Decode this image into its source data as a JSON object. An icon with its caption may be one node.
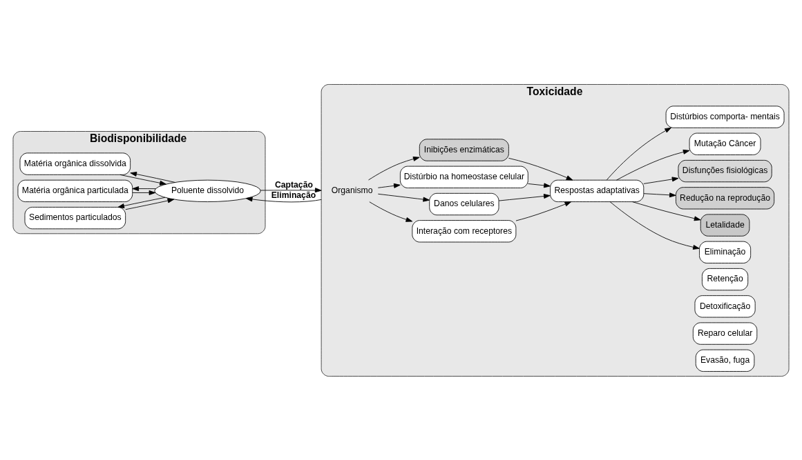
{
  "diagram": {
    "nodes": [
      {
        "text": [
          "Biodisponibilidade"
        ]
      },
      {
        "text": [
          "Matéria orgânica dissolvida"
        ],
        "in": 0
      },
      {
        "text": [
          "Matéria orgânica particulada"
        ],
        "in": 0
      },
      {
        "text": [
          "Sedimentos particulados"
        ],
        "in": 0
      },
      {
        "text": [
          "Poluente dissolvido"
        ],
        "in": 0
      },
      {
        "text": [
          "Toxicidade"
        ]
      },
      {
        "text": [
          "Organismo"
        ],
        "in": 5
      },
      {
        "text": [
          "Interação com receptores"
        ],
        "in": 5
      },
      {
        "text": [
          "Danos celulares"
        ],
        "in": 5
      },
      {
        "text": [
          "Distúrbio na homeostase celular"
        ],
        "in": 5
      },
      {
        "text": [
          "Inibições enzimáticas"
        ],
        "in": 5
      },
      {
        "text": [
          "Respostas adaptativas"
        ],
        "in": 5
      },
      {
        "text": [
          "Eliminação"
        ],
        "in": 5
      },
      {
        "text": [
          "Retenção"
        ],
        "in": 5
      },
      {
        "text": [
          "Detoxificação"
        ],
        "in": 5
      },
      {
        "text": [
          "Reparo celular"
        ],
        "in": 5
      },
      {
        "text": [
          "Evasão, fuga"
        ],
        "in": 5
      },
      {
        "text": [
          "Letalidade"
        ],
        "in": 5
      },
      {
        "text": [
          "Redução na reprodução"
        ],
        "in": 5
      },
      {
        "text": [
          "Disfunções fisiológicas"
        ],
        "in": 5
      },
      {
        "text": [
          "Mutação Câncer"
        ],
        "in": 5
      },
      {
        "text": [
          "Distúrbios comporta- mentais"
        ],
        "in": 5
      }
    ],
    "edges": [
      {
        "from": 1,
        "to": 4,
        "arrow": "to"
      },
      {
        "from": 4,
        "to": 1,
        "arrow": "to"
      },
      {
        "from": 2,
        "to": 4,
        "arrow": "to"
      },
      {
        "from": 4,
        "to": 2,
        "arrow": "to"
      },
      {
        "from": 3,
        "to": 4,
        "arrow": "to"
      },
      {
        "from": 4,
        "to": 3,
        "arrow": "to"
      },
      {
        "from": 4,
        "to": 5,
        "arrow": "to",
        "label": "Captação"
      },
      {
        "from": 5,
        "to": 4,
        "arrow": "to",
        "label": "Eliminação"
      },
      {
        "from": 6,
        "to": 7,
        "arrow": "to"
      },
      {
        "from": 6,
        "to": 8,
        "arrow": "to"
      },
      {
        "from": 6,
        "to": 9,
        "arrow": "to"
      },
      {
        "from": 6,
        "to": 10,
        "arrow": "to"
      },
      {
        "from": 7,
        "to": 11,
        "arrow": "to"
      },
      {
        "from": 8,
        "to": 11,
        "arrow": "to"
      },
      {
        "from": 9,
        "to": 11,
        "arrow": "to"
      },
      {
        "from": 10,
        "to": 11,
        "arrow": "to"
      },
      {
        "from": 11,
        "to": 12,
        "arrow": "to"
      },
      {
        "from": 11,
        "to": 17,
        "arrow": "to"
      },
      {
        "from": 11,
        "to": 18,
        "arrow": "to"
      },
      {
        "from": 11,
        "to": 19,
        "arrow": "to"
      },
      {
        "from": 11,
        "to": 20,
        "arrow": "to"
      },
      {
        "from": 11,
        "to": 21,
        "arrow": "to"
      }
    ]
  }
}
